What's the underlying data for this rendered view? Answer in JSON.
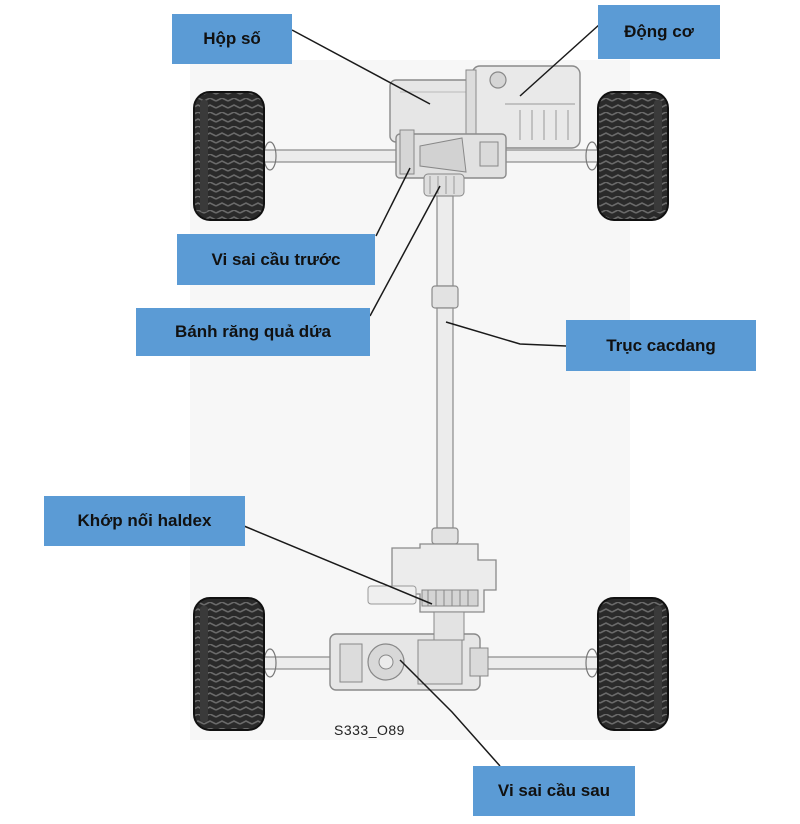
{
  "diagram": {
    "labels": {
      "gearbox": "Hộp số",
      "engine": "Động cơ",
      "front_differential": "Vi sai cầu trước",
      "pinion_gear": "Bánh răng quả dứa",
      "driveshaft": "Trục cacdang",
      "haldex_coupling": "Khớp nối haldex",
      "rear_differential": "Vi sai cầu sau"
    },
    "figure_code": "S333_O89",
    "colors": {
      "label_fill": "#5b9bd5",
      "component_fill": "#e8e8e8",
      "component_stroke": "#8a8a8a",
      "tire": "#222222",
      "leader_line": "#1a1a1a"
    }
  }
}
